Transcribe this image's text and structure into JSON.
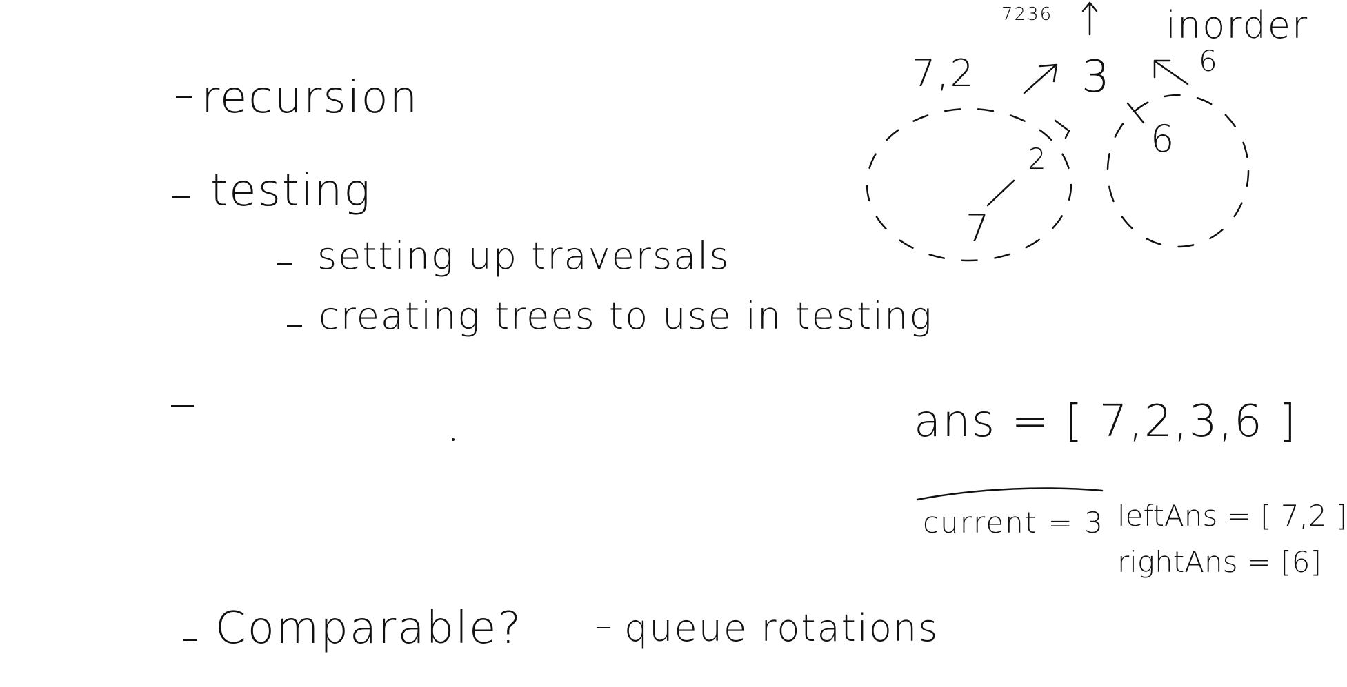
{
  "notes": {
    "recursion": "recursion",
    "testing": "testing",
    "traversals": "setting up traversals",
    "trees": "creating trees to use in testing",
    "comparable": "Comparable?",
    "queue": "queue rotations"
  },
  "diagram": {
    "top_small": "7236",
    "inorder": "inorder",
    "left_label": "7,2",
    "root": "3",
    "right_label": "6",
    "node_2": "2",
    "node_7": "7",
    "node_6": "6"
  },
  "work": {
    "ans": "ans = [ 7,2,3,6 ]",
    "current": "current = 3",
    "left_ans": "leftAns = [ 7,2 ]",
    "right_ans": "rightAns = [6]"
  },
  "colors": {
    "ink": "#111111",
    "background": "#ffffff"
  }
}
